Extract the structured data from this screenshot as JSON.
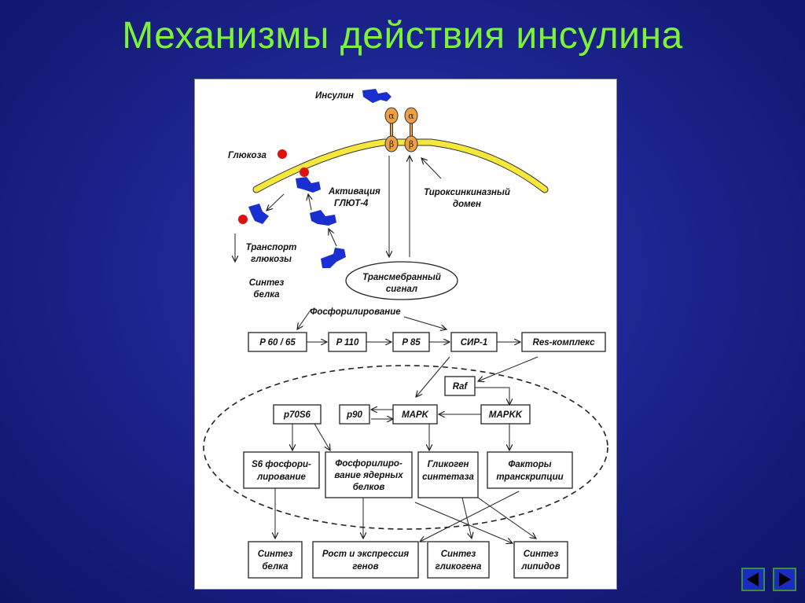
{
  "slide": {
    "title": "Механизмы действия инсулина"
  },
  "diagram": {
    "insulin": "Инсулин",
    "glucose": "Глюкоза",
    "alpha": "α",
    "beta": "β",
    "glut4_line1": "Активация",
    "glut4_line2": "ГЛЮТ-4",
    "tk_line1": "Тироксинкиназный",
    "tk_line2": "домен",
    "transport_line1": "Транспорт",
    "transport_line2": "глюкозы",
    "synth_protein_line1": "Синтез",
    "synth_protein_line2": "белка",
    "transmembrane_line1": "Трансмебранный",
    "transmembrane_line2": "сигнал",
    "phosphorylation": "Фосфорилирование",
    "p6065": "P 60 / 65",
    "p110": "P 110",
    "p85": "P 85",
    "sir1": "СИР-1",
    "res": "Res-комплекс",
    "raf": "Raf",
    "p70s6": "p70S6",
    "p90": "p90",
    "mapk": "MAPK",
    "mapkk": "MAPKK",
    "s6_line1": "S6 фосфори-",
    "s6_line2": "лирование",
    "nuc_line1": "Фосфорилиро-",
    "nuc_line2": "вание ядерных",
    "nuc_line3": "белков",
    "gs_line1": "Гликоген",
    "gs_line2": "синтетаза",
    "tf_line1": "Факторы",
    "tf_line2": "транскрипции",
    "out1_line1": "Синтез",
    "out1_line2": "белка",
    "out2_line1": "Рост и экспрессия",
    "out2_line2": "генов",
    "out3_line1": "Синтез",
    "out3_line2": "гликогена",
    "out4_line1": "Синтез",
    "out4_line2": "липидов"
  },
  "colors": {
    "background": "#1c2590",
    "title": "#7cf23a",
    "membrane": "#f5e83a",
    "receptor": "#f0a040",
    "glut": "#1a2fd0",
    "glucose": "#e01010"
  },
  "nav": {
    "prev_icon": "triangle-left-icon",
    "next_icon": "triangle-right-icon"
  }
}
